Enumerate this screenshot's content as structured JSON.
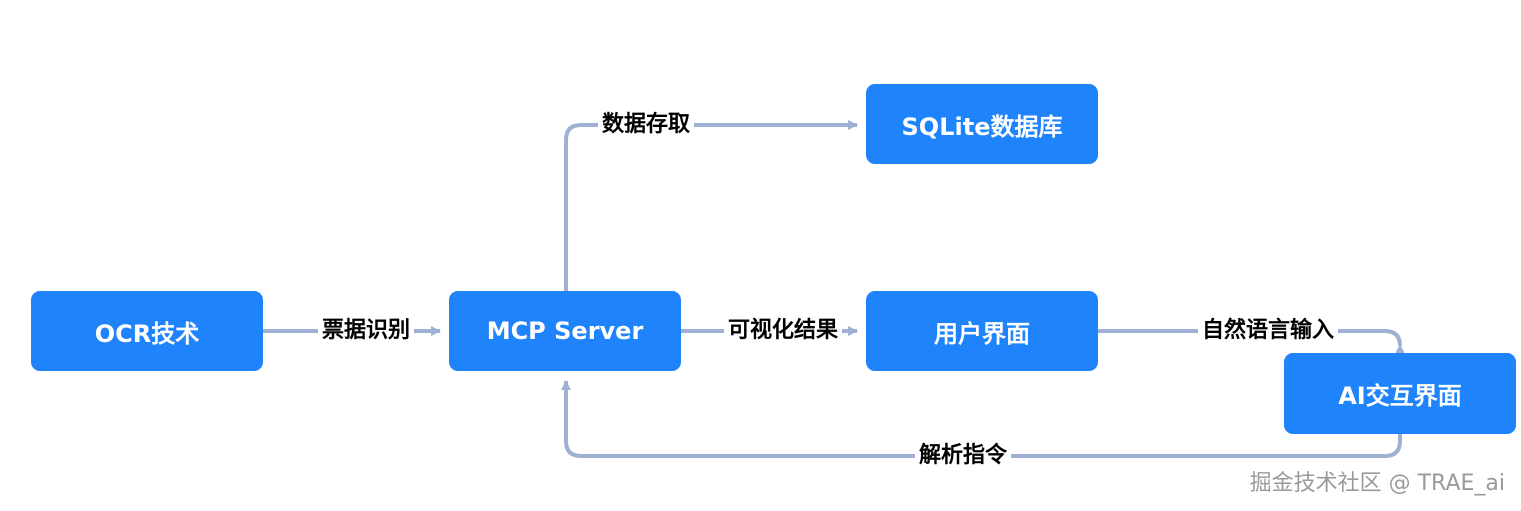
{
  "nodes": {
    "ocr": "OCR技术",
    "mcp": "MCP Server",
    "sqlite": "SQLite数据库",
    "ui": "用户界面",
    "ai": "AI交互界面"
  },
  "edges": {
    "ocr_to_mcp": "票据识别",
    "mcp_to_sqlite": "数据存取",
    "mcp_to_ui": "可视化结果",
    "ui_to_ai": "自然语言输入",
    "ai_to_mcp": "解析指令"
  },
  "watermark": "掘金技术社区 @ TRAE_ai",
  "colors": {
    "node_fill": "#1f84fb",
    "edge": "#9fb1d3",
    "label_text": "#000000"
  }
}
